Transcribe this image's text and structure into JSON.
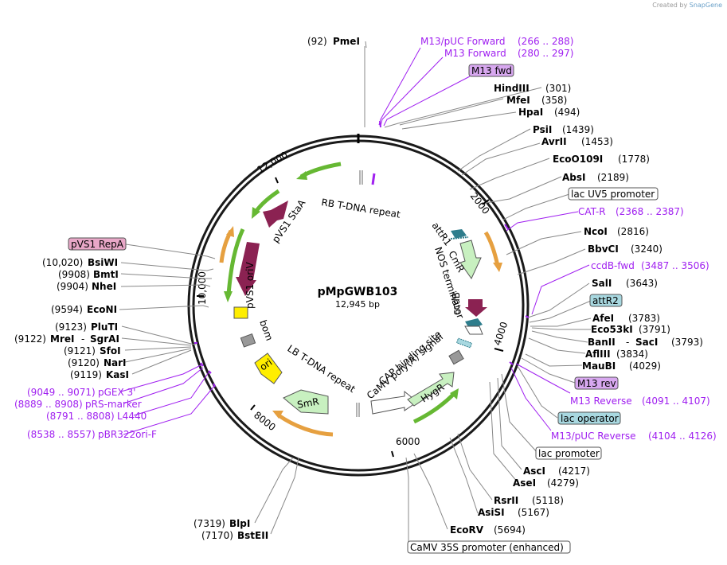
{
  "credit": {
    "prefix": "Created by",
    "brand": "SnapGene"
  },
  "plasmid": {
    "name": "pMpGWB103",
    "size": "12,945 bp"
  },
  "ticks": [
    "2000",
    "4000",
    "6000",
    "8000",
    "10,000",
    "12,000"
  ],
  "enzymes": {
    "pmei": {
      "name": "PmeI",
      "pos": "(92)"
    },
    "hindiii": {
      "name": "HindIII",
      "pos": "(301)"
    },
    "mfei": {
      "name": "MfeI",
      "pos": "(358)"
    },
    "hpai": {
      "name": "HpaI",
      "pos": "(494)"
    },
    "psii": {
      "name": "PsiI",
      "pos": "(1439)"
    },
    "avrii": {
      "name": "AvrII",
      "pos": "(1453)"
    },
    "eco0109i": {
      "name": "EcoO109I",
      "pos": "(1778)"
    },
    "absi": {
      "name": "AbsI",
      "pos": "(2189)"
    },
    "ncoi": {
      "name": "NcoI",
      "pos": "(2816)"
    },
    "bbvci": {
      "name": "BbvCI",
      "pos": "(3240)"
    },
    "sali": {
      "name": "SalI",
      "pos": "(3643)"
    },
    "afei": {
      "name": "AfeI",
      "pos": "(3783)"
    },
    "eco53ki": {
      "name": "Eco53kI",
      "pos": "(3791)"
    },
    "banii": {
      "name": "BanII",
      "name2": "SacI",
      "sep": "-",
      "pos": "(3793)"
    },
    "afliii": {
      "name": "AflIII",
      "pos": "(3834)"
    },
    "maubi": {
      "name": "MauBI",
      "pos": "(4029)"
    },
    "asci": {
      "name": "AscI",
      "pos": "(4217)"
    },
    "asei": {
      "name": "AseI",
      "pos": "(4279)"
    },
    "rsrii": {
      "name": "RsrII",
      "pos": "(5118)"
    },
    "asisi": {
      "name": "AsiSI",
      "pos": "(5167)"
    },
    "ecorv": {
      "name": "EcoRV",
      "pos": "(5694)"
    },
    "blpi": {
      "name": "BlpI",
      "pos": "(7319)"
    },
    "bsteii": {
      "name": "BstEII",
      "pos": "(7170)"
    },
    "bsiwi": {
      "name": "BsiWI",
      "pos": "(10,020)"
    },
    "bmti": {
      "name": "BmtI",
      "pos": "(9908)"
    },
    "nhei": {
      "name": "NheI",
      "pos": "(9904)"
    },
    "econi": {
      "name": "EcoNI",
      "pos": "(9594)"
    },
    "pluti": {
      "name": "PluTI",
      "pos": "(9123)"
    },
    "mrei": {
      "name": "MreI",
      "name2": "SgrAI",
      "sep": "-",
      "pos": "(9122)"
    },
    "sfoi": {
      "name": "SfoI",
      "pos": "(9121)"
    },
    "nari": {
      "name": "NarI",
      "pos": "(9120)"
    },
    "kasi": {
      "name": "KasI",
      "pos": "(9119)"
    }
  },
  "primers": {
    "m13puc_fwd": {
      "name": "M13/pUC Forward",
      "range": "(266 .. 288)"
    },
    "m13_fwd": {
      "name": "M13 Forward",
      "range": "(280 .. 297)"
    },
    "cat_r": {
      "name": "CAT-R",
      "range": "(2368 .. 2387)"
    },
    "ccdb_fwd": {
      "name": "ccdB-fwd",
      "range": "(3487 .. 3506)"
    },
    "m13_rev": {
      "name": "M13 Reverse",
      "range": "(4091 .. 4107)"
    },
    "m13puc_rev": {
      "name": "M13/pUC Reverse",
      "range": "(4104 .. 4126)"
    },
    "pgex3": {
      "name": "pGEX 3'",
      "range": "(9049 .. 9071)"
    },
    "prs_marker": {
      "name": "pRS-marker",
      "range": "(8889 .. 8908)"
    },
    "l4440": {
      "name": "L4440",
      "range": "(8791 .. 8808)"
    },
    "pbr322ori": {
      "name": "pBR322ori-F",
      "range": "(8538 .. 8557)"
    }
  },
  "boxes": {
    "m13fwd": "M13 fwd",
    "lacuv5": "lac UV5 promoter",
    "attr2": "attR2",
    "m13rev": "M13 rev",
    "lacop": "lac operator",
    "lacprom": "lac promoter",
    "camv35s": "CaMV 35S promoter (enhanced)",
    "pvs1repa": "pVS1 RepA"
  },
  "features": {
    "rb": "RB T-DNA repeat",
    "staa": "pVS1 StaA",
    "oriv": "pVS1 oriV",
    "bom": "bom",
    "lb": "LB T-DNA repeat",
    "ori": "ori",
    "smr": "SmR",
    "hygr": "HygR",
    "cap": "CAP binding site",
    "camvpa": "CaMV poly(A) signal",
    "attr1": "attR1",
    "cmr": "CmR",
    "nos": "NOS terminator",
    "ccdb": "ccdB"
  },
  "colors": {
    "backbone": "#1a1a1a",
    "primer": "#a020f0",
    "green_arrow": "#66b833",
    "orange_arrow": "#e6a040",
    "maroon": "#8b2252",
    "teal": "#2e7d8c",
    "yellow": "#ffee00",
    "light_green": "#c8f0c0",
    "gray": "#999999",
    "box_pink": "#e8a7c7",
    "box_blue": "#a8d8e0",
    "box_violet": "#d8a8f0"
  }
}
